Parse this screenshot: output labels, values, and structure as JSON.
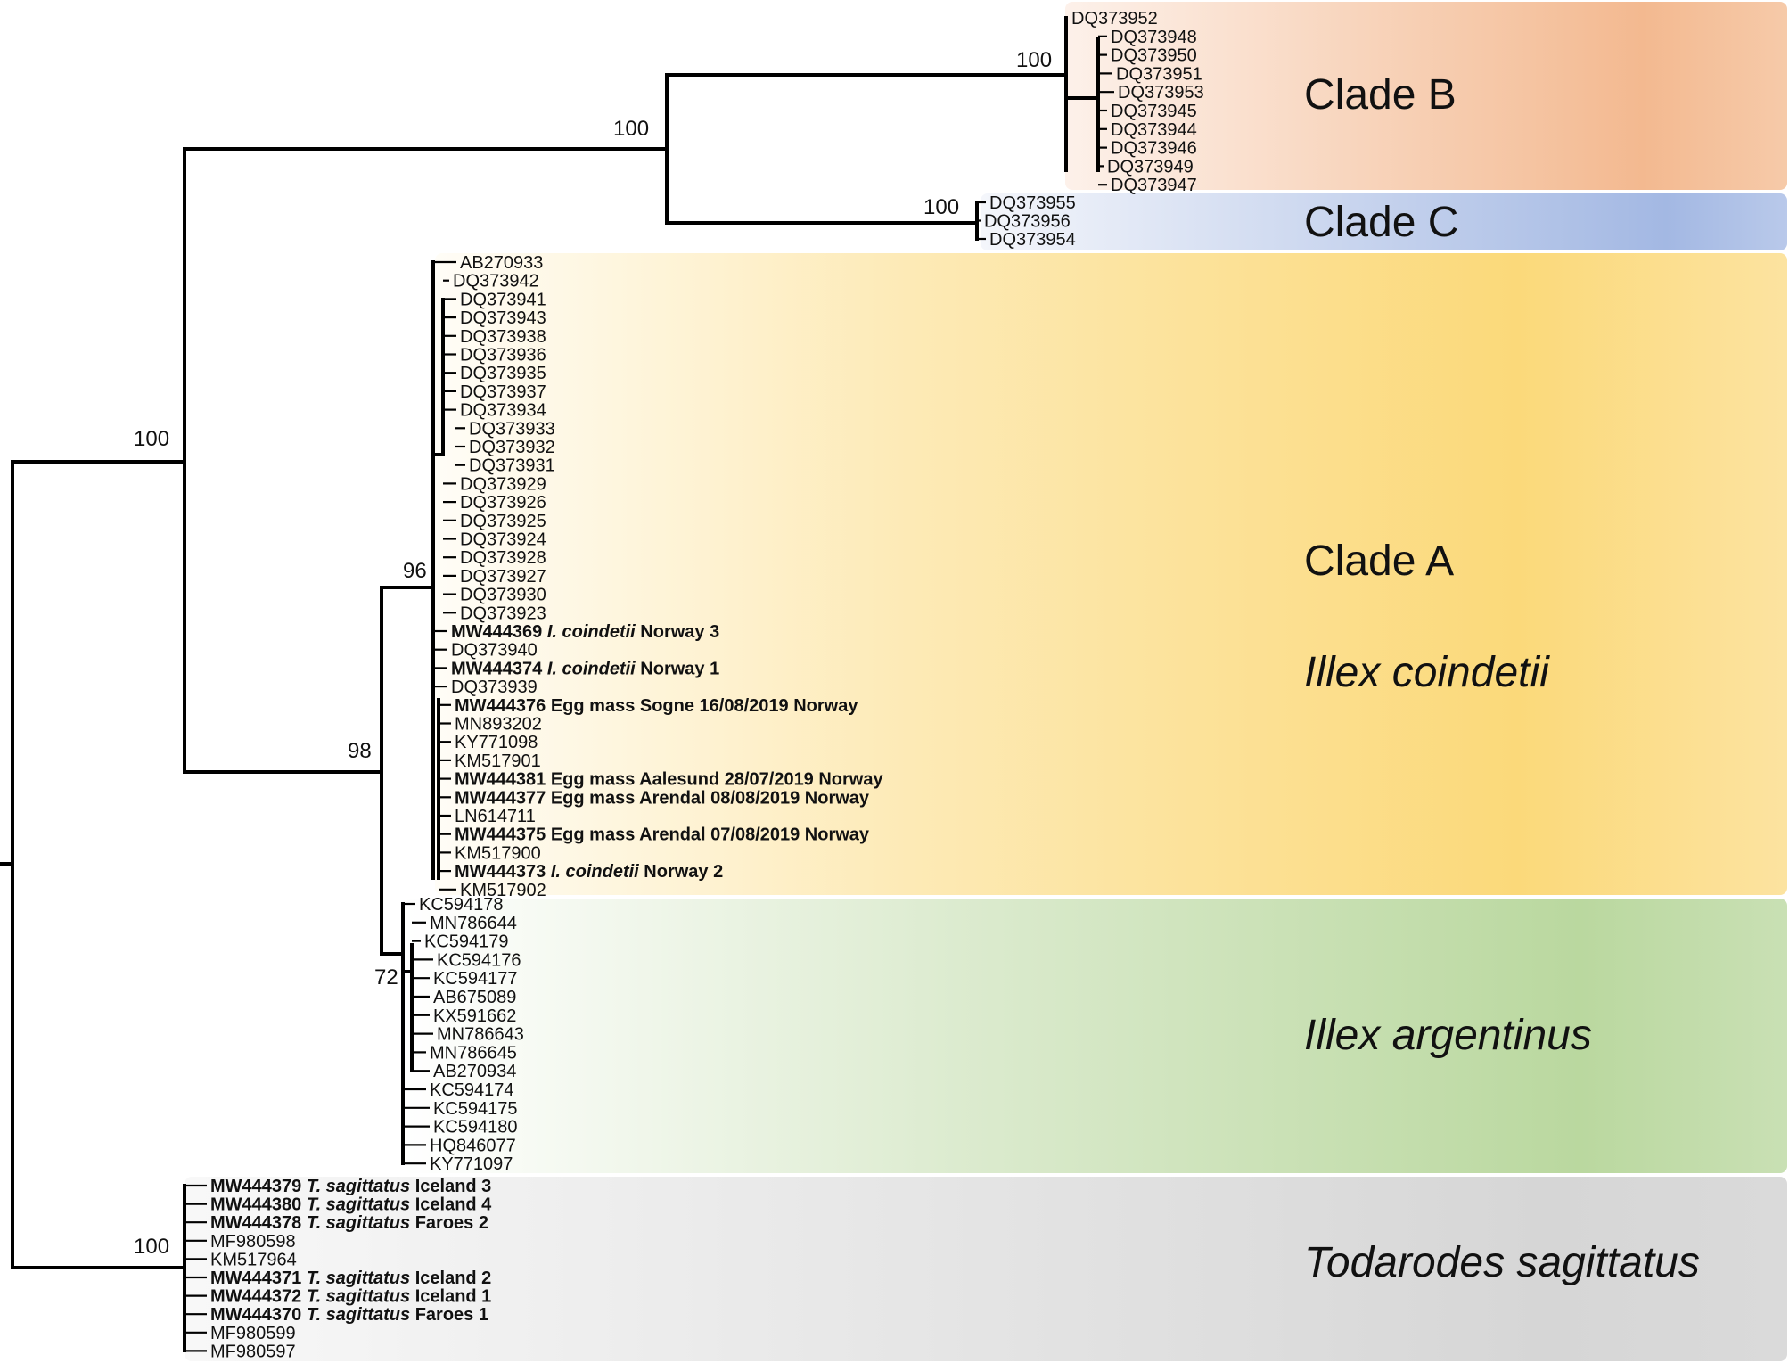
{
  "clade_labels": {
    "clade_b": "Clade B",
    "clade_c": "Clade C",
    "clade_a": "Clade A",
    "illex_coindetii": "Illex coindetii",
    "illex_argentinus": "Illex argentinus",
    "todarodes": "Todarodes sagittatus"
  },
  "support": {
    "root_upper": "100",
    "bc": "100",
    "clade_b": "100",
    "clade_c": "100",
    "illex": "98",
    "clade_a": "96",
    "argentinus": "72",
    "todarodes": "100"
  },
  "colors": {
    "clade_b": "#f3b990",
    "clade_c": "#a3b8e3",
    "clade_a": "#fbd97a",
    "argentinus": "#bad89f",
    "todarodes": "#d6d6d6"
  },
  "leaves": {
    "clade_b": [
      {
        "id": "DQ373952"
      },
      {
        "id": "DQ373948"
      },
      {
        "id": "DQ373950"
      },
      {
        "id": "DQ373951"
      },
      {
        "id": "DQ373953"
      },
      {
        "id": "DQ373945"
      },
      {
        "id": "DQ373944"
      },
      {
        "id": "DQ373946"
      },
      {
        "id": "DQ373949"
      },
      {
        "id": "DQ373947"
      }
    ],
    "clade_c": [
      {
        "id": "DQ373955"
      },
      {
        "id": "DQ373956"
      },
      {
        "id": "DQ373954"
      }
    ],
    "clade_a": [
      {
        "id": "AB270933"
      },
      {
        "id": "DQ373942"
      },
      {
        "id": "DQ373941"
      },
      {
        "id": "DQ373943"
      },
      {
        "id": "DQ373938"
      },
      {
        "id": "DQ373936"
      },
      {
        "id": "DQ373935"
      },
      {
        "id": "DQ373937"
      },
      {
        "id": "DQ373934"
      },
      {
        "id": "DQ373933"
      },
      {
        "id": "DQ373932"
      },
      {
        "id": "DQ373931"
      },
      {
        "id": "DQ373929"
      },
      {
        "id": "DQ373926"
      },
      {
        "id": "DQ373925"
      },
      {
        "id": "DQ373924"
      },
      {
        "id": "DQ373928"
      },
      {
        "id": "DQ373927"
      },
      {
        "id": "DQ373930"
      },
      {
        "id": "DQ373923"
      },
      {
        "id": "MW444369",
        "species": "I. coindetii",
        "rest": "Norway 3"
      },
      {
        "id": "DQ373940"
      },
      {
        "id": "MW444374",
        "species": "I. coindetii",
        "rest": "Norway 1"
      },
      {
        "id": "DQ373939"
      },
      {
        "id": "MW444376",
        "rest": "Egg mass Sogne 16/08/2019 Norway",
        "rest_bold": true
      },
      {
        "id": "MN893202"
      },
      {
        "id": "KY771098"
      },
      {
        "id": "KM517901"
      },
      {
        "id": "MW444381",
        "rest": "Egg mass Aalesund 28/07/2019 Norway",
        "rest_bold": true
      },
      {
        "id": "MW444377",
        "rest": "Egg mass Arendal 08/08/2019 Norway",
        "rest_bold": true
      },
      {
        "id": "LN614711"
      },
      {
        "id": "MW444375",
        "rest": "Egg mass Arendal 07/08/2019 Norway",
        "rest_bold": true
      },
      {
        "id": "KM517900"
      },
      {
        "id": "MW444373",
        "species": "I. coindetii",
        "rest": "Norway 2"
      },
      {
        "id": "KM517902"
      }
    ],
    "argentinus": [
      {
        "id": "KC594178"
      },
      {
        "id": "MN786644"
      },
      {
        "id": "KC594179"
      },
      {
        "id": "KC594176"
      },
      {
        "id": "KC594177"
      },
      {
        "id": "AB675089"
      },
      {
        "id": "KX591662"
      },
      {
        "id": "MN786643"
      },
      {
        "id": "MN786645"
      },
      {
        "id": "AB270934"
      },
      {
        "id": "KC594174"
      },
      {
        "id": "KC594175"
      },
      {
        "id": "KC594180"
      },
      {
        "id": "HQ846077"
      },
      {
        "id": "KY771097"
      }
    ],
    "todarodes": [
      {
        "id": "MW444379",
        "species": "T. sagittatus",
        "rest": "Iceland 3"
      },
      {
        "id": "MW444380",
        "species": "T. sagittatus",
        "rest": "Iceland 4"
      },
      {
        "id": "MW444378",
        "species": "T. sagittatus",
        "rest": "Faroes 2"
      },
      {
        "id": "MF980598"
      },
      {
        "id": "KM517964"
      },
      {
        "id": "MW444371",
        "species": "T. sagittatus",
        "rest": "Iceland 2"
      },
      {
        "id": "MW444372",
        "species": "T. sagittatus",
        "rest": "Iceland 1"
      },
      {
        "id": "MW444370",
        "species": "T. sagittatus",
        "rest": "Faroes 1"
      },
      {
        "id": "MF980599"
      },
      {
        "id": "MF980597"
      }
    ]
  }
}
